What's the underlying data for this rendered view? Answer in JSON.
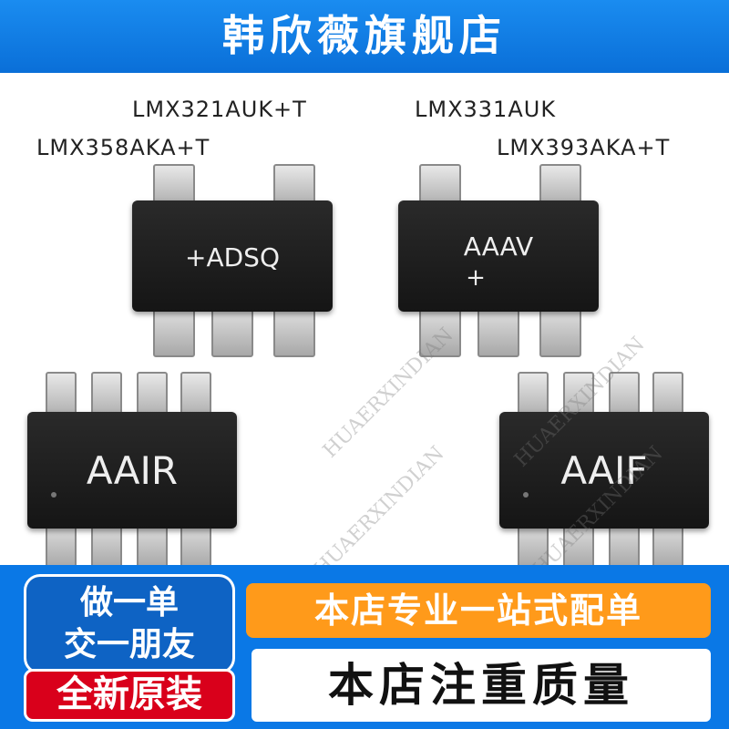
{
  "header": {
    "title": "韩欣薇旗舰店"
  },
  "parts": {
    "p1": "LMX321AUK+T",
    "p2": "LMX331AUK",
    "p3": "LMX358AKA+T",
    "p4": "LMX393AKA+T"
  },
  "chips": {
    "top_left_mark": "+ADSQ",
    "top_right_mark_line1": "AAAV",
    "top_right_mark_line2": "+",
    "bottom_left_mark": "AAIR",
    "bottom_right_mark": "AAIF"
  },
  "watermark": "HUAERXINDIAN",
  "promo": {
    "left_line1": "做一单",
    "left_line2": "交一朋友",
    "left_red": "全新原装",
    "right_top": "本店专业一站式配单",
    "right_bottom": "本店注重质量"
  },
  "colors": {
    "banner": "#0a6fd8",
    "accent_red": "#d9001b",
    "accent_orange": "#ff9a1a"
  }
}
